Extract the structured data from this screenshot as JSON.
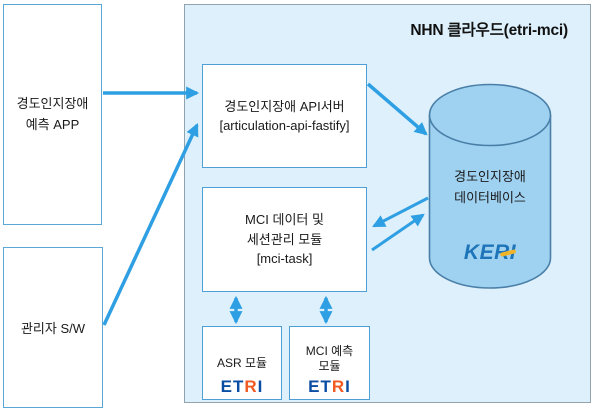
{
  "cloud": {
    "title": "NHN 클라우드(etri-mci)"
  },
  "nodes": {
    "app": {
      "line1": "경도인지장애",
      "line2": "예측 APP"
    },
    "admin": {
      "label": "관리자 S/W"
    },
    "api_server": {
      "line1": "경도인지장애 API서버",
      "line2": "[articulation-api-fastify]"
    },
    "mci_task": {
      "line1": "MCI 데이터 및",
      "line2": "세션관리 모듈",
      "line3": "[mci-task]"
    },
    "asr": {
      "label": "ASR 모듈"
    },
    "mci_predict": {
      "line1": "MCI 예측",
      "line2": "모듈"
    },
    "database": {
      "line1": "경도인지장애",
      "line2": "데이터베이스"
    }
  },
  "logos": {
    "etri": {
      "part_et": "ET",
      "part_r": "R",
      "part_i": "I"
    },
    "keri": "KERI"
  },
  "colors": {
    "arrow": "#2f9fe3",
    "cloud_fill": "#ddf0fb",
    "cloud_border": "#90a4ae",
    "node_border": "#4d9fd6",
    "node_fill": "#ffffff",
    "cylinder_fill": "#9fd2f1",
    "cylinder_border": "#4a7fa8",
    "etri_blue": "#0b4da2",
    "etri_orange": "#f15a22",
    "keri_blue": "#1e74b8",
    "keri_yellow": "#f0b429",
    "text": "#1a1a1a"
  }
}
